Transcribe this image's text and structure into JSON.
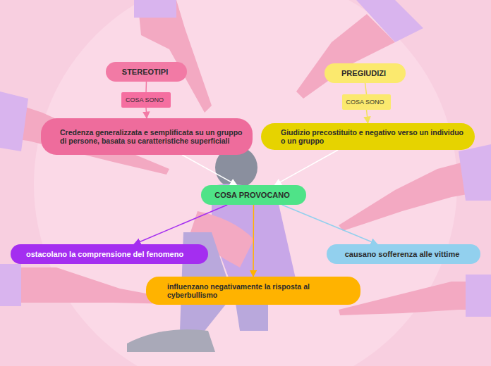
{
  "diagram": {
    "nodes": [
      {
        "text": [
          "STEREOTIPI"
        ]
      },
      {
        "text": [
          "PREGIUDIZI"
        ]
      },
      {
        "text": [
          "COSA SONO"
        ]
      },
      {
        "text": [
          "COSA SONO"
        ]
      },
      {
        "text": [
          "Credenza generalizzata e semplificata su un gruppo di persone, basata su caratteristiche superficiali"
        ]
      },
      {
        "text": [
          "Giudizio precostituito e negativo verso un individuo o un gruppo"
        ]
      },
      {
        "text": [
          "COSA PROVOCANO"
        ]
      },
      {
        "text": [
          "ostacolano la comprensione del fenomeno"
        ]
      },
      {
        "text": [
          "causano sofferenza alle vittime"
        ]
      },
      {
        "text": [
          "influenzano negativamente la risposta al cyberbullismo"
        ]
      }
    ],
    "edges": [
      {
        "from": 0,
        "to": 2,
        "arrow": "none"
      },
      {
        "from": 2,
        "to": 4,
        "arrow": "to"
      },
      {
        "from": 1,
        "to": 3,
        "arrow": "none"
      },
      {
        "from": 3,
        "to": 5,
        "arrow": "to"
      },
      {
        "from": 4,
        "to": 6,
        "arrow": "to"
      },
      {
        "from": 5,
        "to": 6,
        "arrow": "to"
      },
      {
        "from": 6,
        "to": 7,
        "arrow": "to"
      },
      {
        "from": 6,
        "to": 8,
        "arrow": "to"
      },
      {
        "from": 6,
        "to": 9,
        "arrow": "to"
      }
    ]
  }
}
